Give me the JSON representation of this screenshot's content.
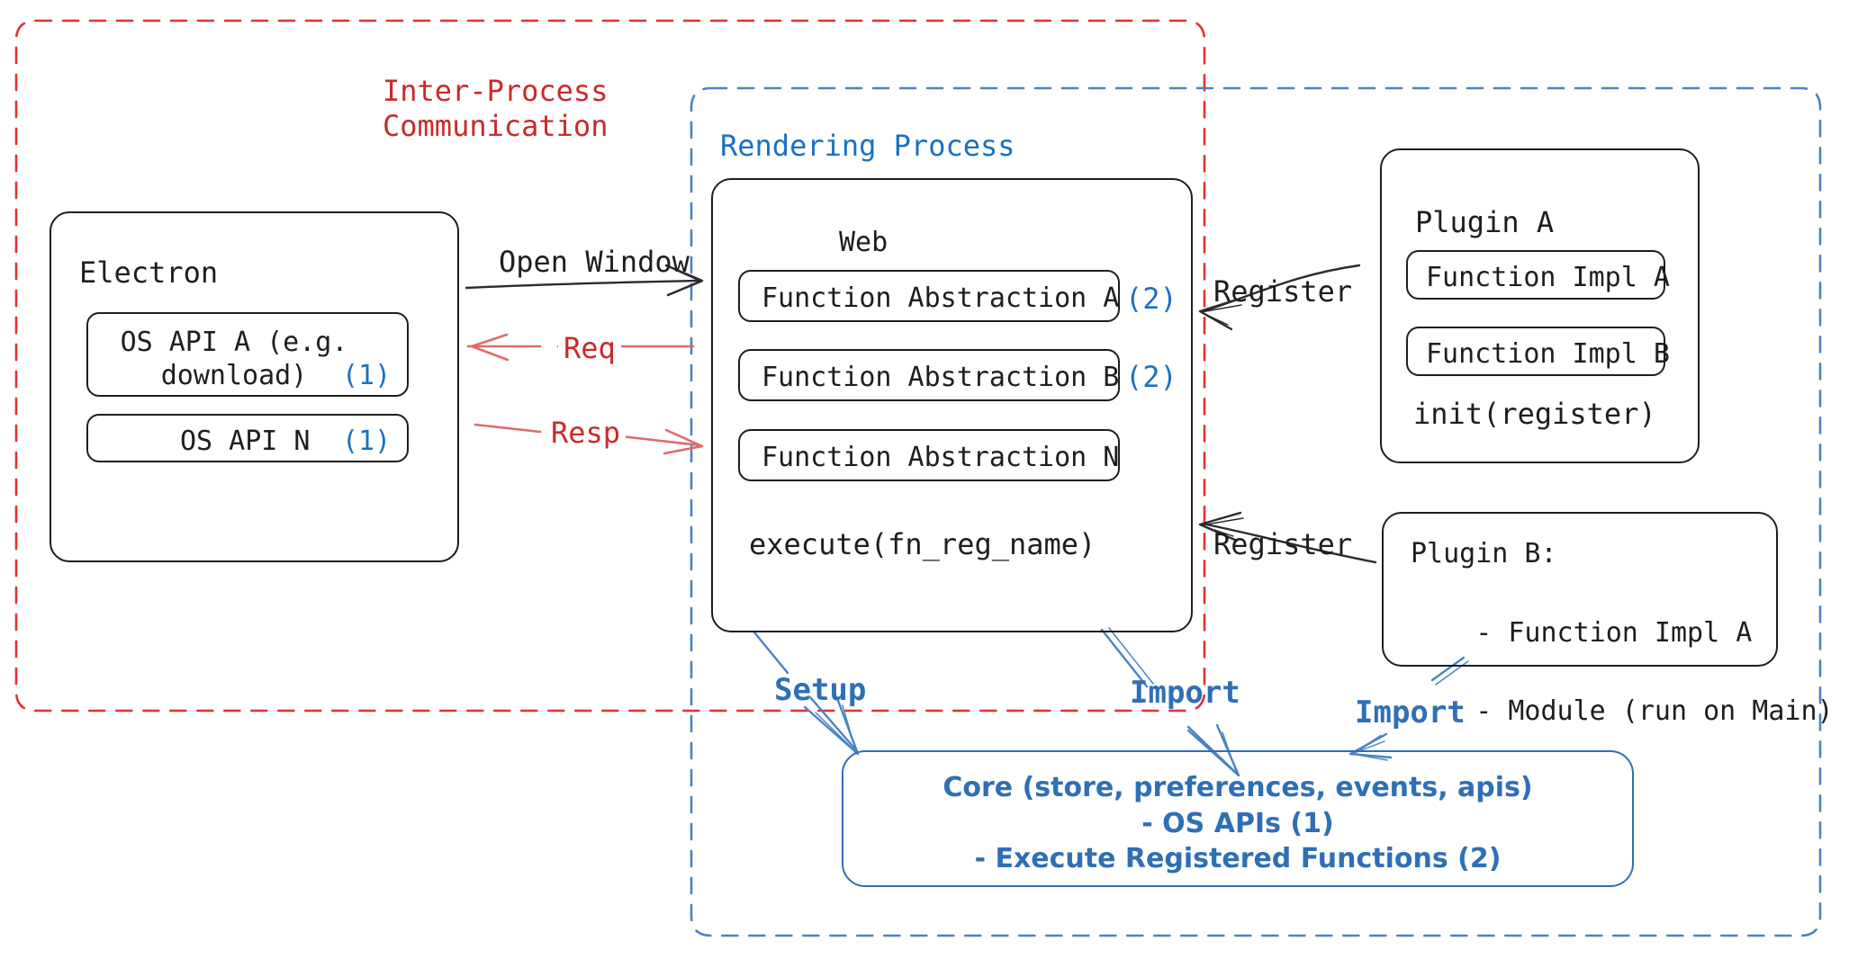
{
  "diagram": {
    "title": "Electron plugin architecture",
    "colors": {
      "ipc_red": "#c92a2a",
      "process_blue": "#1971c2",
      "core_blue": "#2f6fb5",
      "stroke_black": "#1e1e1e",
      "background": "#ffffff"
    },
    "groups": {
      "ipc": {
        "label": "Inter-Process\nCommunication",
        "style": "dashed",
        "color": "#c92a2a"
      },
      "rendering": {
        "label": "Rendering Process",
        "style": "dashed",
        "color": "#1971c2"
      }
    },
    "nodes": {
      "electron": {
        "title": "Electron",
        "items": [
          {
            "text": "OS API A (e.g.\ndownload)",
            "badge": "(1)"
          },
          {
            "text": "OS API N",
            "badge": "(1)"
          }
        ]
      },
      "web": {
        "title": "Web",
        "items": [
          {
            "text": "Function Abstraction A",
            "badge": "(2)"
          },
          {
            "text": "Function Abstraction B",
            "badge": "(2)"
          },
          {
            "text": "Function Abstraction N",
            "badge": ""
          }
        ],
        "footer": "execute(fn_reg_name)"
      },
      "plugin_a": {
        "title": "Plugin A",
        "items": [
          {
            "text": "Function Impl A"
          },
          {
            "text": "Function Impl B"
          }
        ],
        "footer": "init(register)"
      },
      "plugin_b": {
        "lines": [
          "Plugin B:",
          "- Function Impl A",
          "- Module (run on Main)"
        ]
      },
      "core": {
        "lines": [
          "Core (store, preferences, events, apis)",
          "- OS APIs (1)",
          "- Execute Registered Functions (2)"
        ]
      }
    },
    "edges": [
      {
        "label": "Open Window",
        "color": "#1e1e1e"
      },
      {
        "label": "Req",
        "color": "#e03131"
      },
      {
        "label": "Resp",
        "color": "#e03131"
      },
      {
        "label": "Register",
        "color": "#1e1e1e"
      },
      {
        "label": "Register",
        "color": "#1e1e1e"
      },
      {
        "label": "Setup",
        "color": "#4a83c4"
      },
      {
        "label": "Import",
        "color": "#4a83c4"
      },
      {
        "label": "Import",
        "color": "#4a83c4"
      }
    ]
  }
}
